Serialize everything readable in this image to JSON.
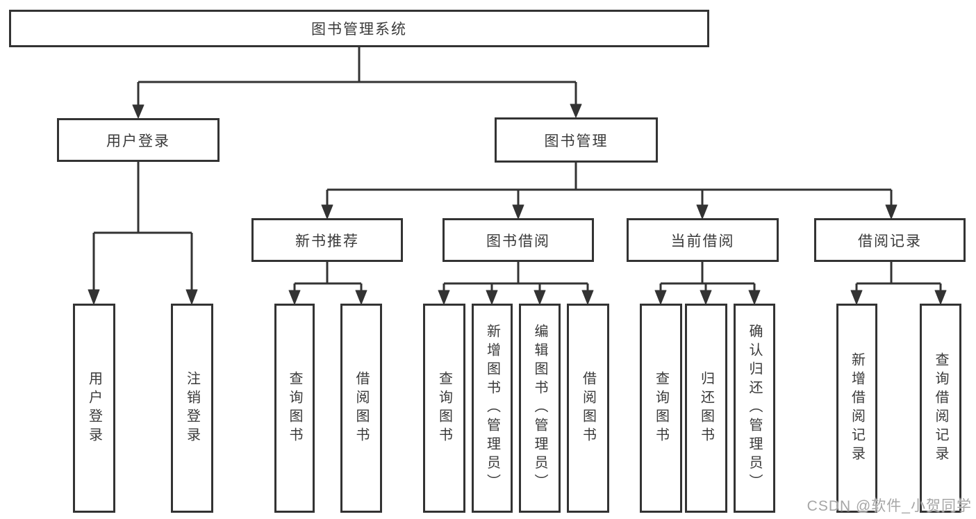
{
  "tree": {
    "label": "图书管理系统",
    "children": [
      {
        "label": "用户登录",
        "children": [
          {
            "label": "用户登录"
          },
          {
            "label": "注销登录"
          }
        ]
      },
      {
        "label": "图书管理",
        "children": [
          {
            "label": "新书推荐",
            "children": [
              {
                "label": "查询图书"
              },
              {
                "label": "借阅图书"
              }
            ]
          },
          {
            "label": "图书借阅",
            "children": [
              {
                "label": "查询图书"
              },
              {
                "label": "新增图书（管理员）"
              },
              {
                "label": "编辑图书（管理员）"
              },
              {
                "label": "借阅图书"
              }
            ]
          },
          {
            "label": "当前借阅",
            "children": [
              {
                "label": "查询图书"
              },
              {
                "label": "归还图书"
              },
              {
                "label": "确认归还（管理员）"
              }
            ]
          },
          {
            "label": "借阅记录",
            "children": [
              {
                "label": "新增借阅记录"
              },
              {
                "label": "查询借阅记录"
              }
            ]
          }
        ]
      }
    ]
  },
  "watermark": {
    "text": "CSDN @软件_小贺同学"
  },
  "colors": {
    "line": "#333333",
    "border": "#333333",
    "text": "#3a3a3a",
    "box_bg": "#ffffff",
    "watermark": "#a6a6a6"
  }
}
